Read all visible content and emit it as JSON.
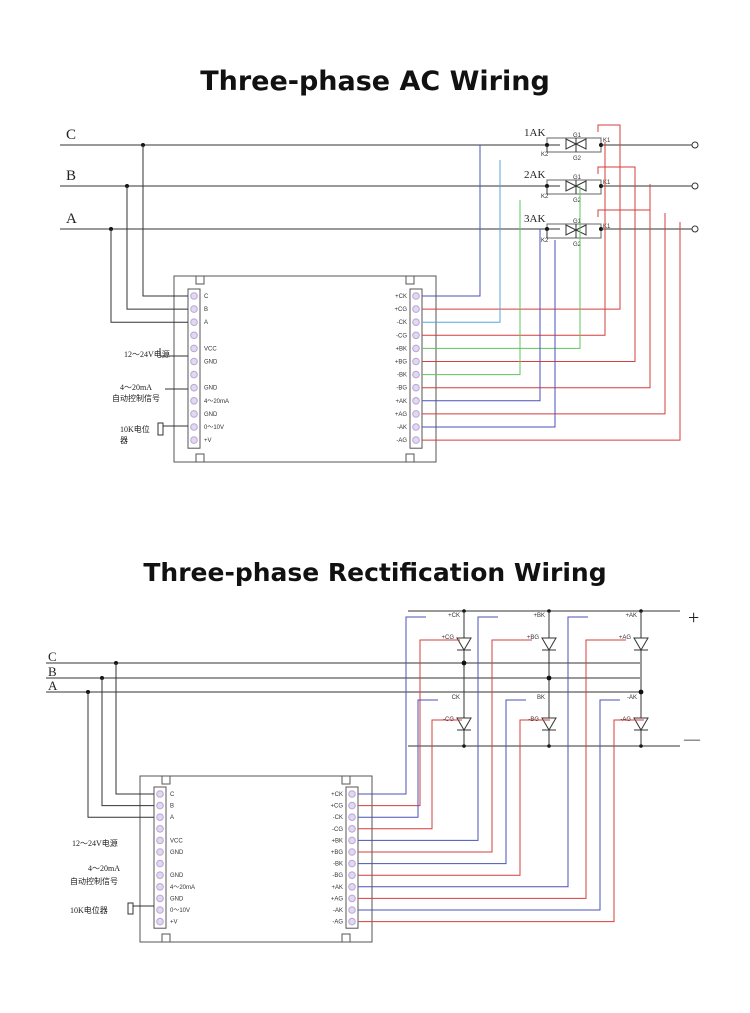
{
  "titles": {
    "ac": "Three-phase AC Wiring",
    "rect": "Three-phase Rectification Wiring"
  },
  "phases": [
    "C",
    "B",
    "A"
  ],
  "left_terminals": [
    "C",
    "B",
    "A",
    "",
    "VCC",
    "GND",
    "",
    "GND",
    "4～20mA",
    "GND",
    "0～10V",
    "+V"
  ],
  "right_terminals": [
    "+CK",
    "+CG",
    "-CK",
    "-CG",
    "+BK",
    "+BG",
    "-BK",
    "-BG",
    "+AK",
    "+AG",
    "-AK",
    "-AG"
  ],
  "ac_labels": {
    "supply": "12～24V电源",
    "signal_1": "4～20mA",
    "signal_2": "自动控制信号",
    "pot_1": "10K电位",
    "pot_2": "器",
    "thyristors": [
      "1AK",
      "2AK",
      "3AK"
    ],
    "pin_k1": "K1",
    "pin_k2": "K2",
    "pin_g1": "G1",
    "pin_g2": "G2"
  },
  "rect_labels": {
    "supply": "12～24V电源",
    "signal_1": "4～20mA",
    "signal_2": "自动控制信号",
    "pot": "10K电位器",
    "plus": "+",
    "minus": "—",
    "top_k": [
      "+CK",
      "+BK",
      "+AK"
    ],
    "top_g": [
      "+CG",
      "+BG",
      "+AG"
    ],
    "bot_k": [
      "CK",
      "BK",
      "-AK"
    ],
    "bot_g": [
      "-CG",
      "-BG",
      "-AG"
    ]
  },
  "colors": {
    "black": "#333333",
    "blue": "#4a52b8",
    "red": "#d43f3f",
    "green": "#5ec45e",
    "cyan": "#5aa6d8",
    "pin": "#b8a6d6"
  }
}
